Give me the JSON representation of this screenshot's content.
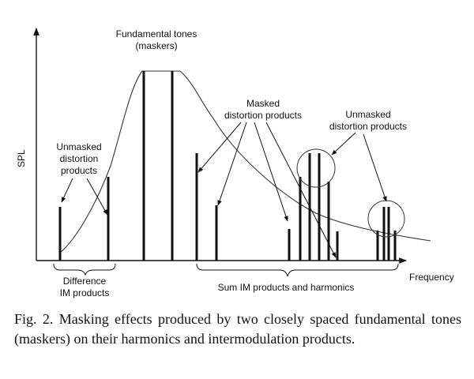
{
  "diagram": {
    "y_axis_label": "SPL",
    "x_axis_label": "Frequency",
    "fundamental_label": [
      "Fundamental tones",
      "(maskers)"
    ],
    "unmasked_left_label": [
      "Unmasked",
      "distortion",
      "products"
    ],
    "masked_label": [
      "Masked",
      "distortion products"
    ],
    "unmasked_right_label": [
      "Unmasked",
      "distortion products"
    ],
    "difference_label": [
      "Difference",
      "IM products"
    ],
    "sum_label": "Sum IM products and harmonics"
  },
  "caption": "Fig. 2. Masking effects produced by two closely spaced fundamental tones (maskers) on their harmonics and intermodulation products."
}
